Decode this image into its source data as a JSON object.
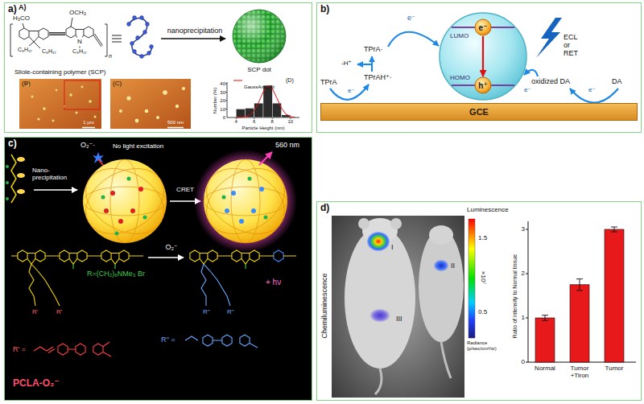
{
  "diagram": {
    "nodes": [
      {
        "text": [
          "a)"
        ]
      },
      {
        "text": [
          "b)"
        ]
      },
      {
        "text": [
          "LUMO",
          "HOMO"
        ],
        "in": 1
      },
      {
        "text": [
          "e⁻"
        ],
        "in": 2
      },
      {
        "text": [
          "h⁺"
        ],
        "in": 2
      },
      {
        "text": [
          "GCE"
        ],
        "in": 1
      },
      {
        "text": [
          "c)"
        ]
      },
      {
        "text": [
          "d)"
        ]
      }
    ],
    "edges": [
      {
        "from": 3,
        "to": 4,
        "arrow": "to"
      }
    ],
    "labels": [
      "A)",
      "H₃CO",
      "OCH₃",
      "N",
      "C₈H₁₇",
      "C₈H₁₇",
      "C₈H₁₇",
      "n",
      "Silole-containing polymer (SCP)",
      "nanoprecipitation",
      "SCP dot",
      "(B)",
      "1 μm",
      "(C)",
      "500 nm",
      "(D)",
      "40",
      "30",
      "20",
      "10",
      "0",
      "4",
      "6",
      "8",
      "10",
      "Number (%)",
      "Particle Height (nm)",
      "e⁻",
      "TPrA·",
      "-H⁺",
      "TPrAH⁺·",
      "TPrA",
      "e⁻",
      "ECL or RET",
      "oxidized DA",
      "DA",
      "e⁻",
      "e⁻",
      "O₂⁻·",
      "No light excitation",
      "Nano-precipitation",
      "CRET",
      "560 nm",
      "O₂⁻",
      "R=(CH₂)₆NMe₃ Br",
      "R'",
      "R'",
      "R''",
      "R''",
      "+ hν",
      "R'' =",
      "R' =",
      "PCLA-O₂⁻",
      "I",
      "II",
      "III",
      "Chemiluminescence",
      "Luminescence",
      "1.5",
      "×10⁷",
      "0.5",
      "Radiance (p/sec/cm²/sr)",
      "Ratio of intensity to Normal tissue",
      "0",
      "1",
      "2",
      "3",
      "Normal",
      "Tumor +Tiron",
      "Tumor"
    ],
    "legend": [
      {
        "text": "GaussAmp Fit"
      }
    ]
  }
}
